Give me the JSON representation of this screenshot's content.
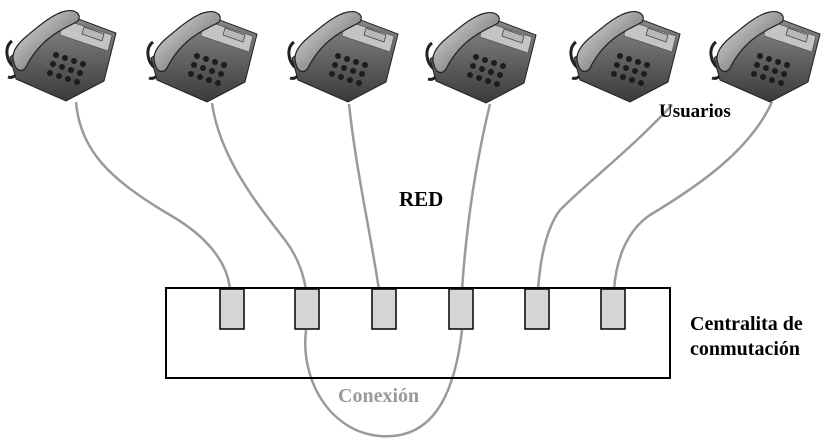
{
  "labels": {
    "users": "Usuarios",
    "network": "RED",
    "switchboard_line1": "Centralita de",
    "switchboard_line2": "conmutación",
    "connection": "Conexión"
  },
  "colors": {
    "cable": "#9a9a9a",
    "port_fill": "#d6d6d6",
    "box_stroke": "#000000",
    "phone_body": "#6f6f6f",
    "phone_dark": "#2a2a2a",
    "connection_label": "#999999"
  },
  "icons": {
    "phone": "telephone-icon"
  }
}
